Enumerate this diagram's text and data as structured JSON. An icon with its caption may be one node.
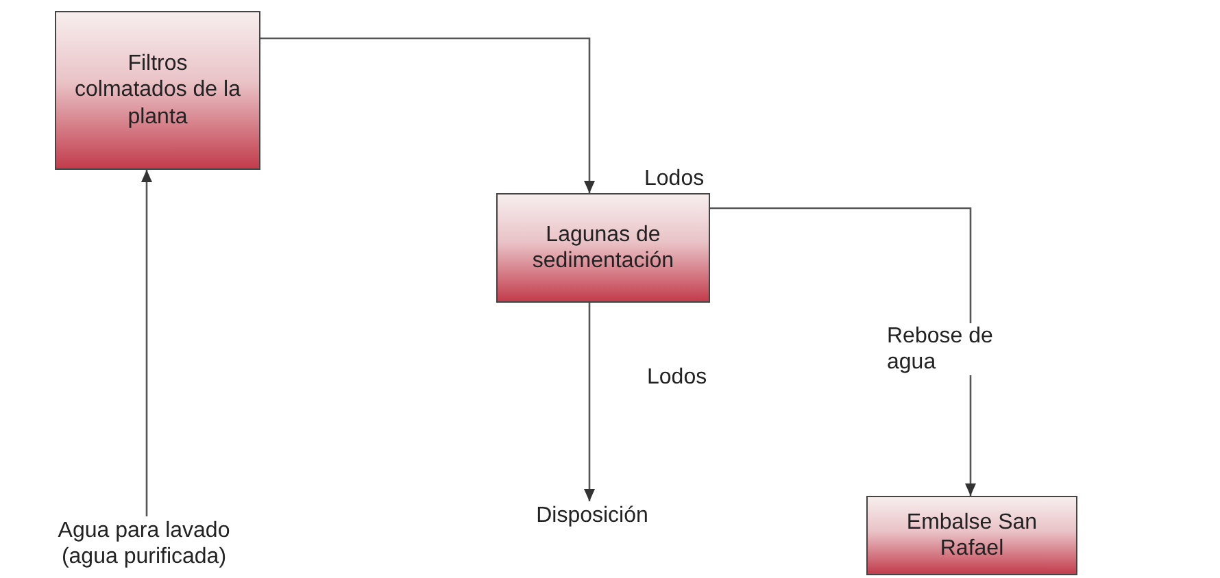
{
  "diagram": {
    "nodes": [
      {
        "text": [
          "Filtros colmatados de la planta"
        ]
      },
      {
        "text": [
          "Lagunas de sedimentación"
        ]
      },
      {
        "text": [
          "Embalse San Rafael"
        ]
      },
      {
        "text": [
          "Agua para lavado (agua purificada)"
        ]
      },
      {
        "text": [
          "Disposición"
        ]
      }
    ],
    "edges": [
      {
        "from": 3,
        "to": 0,
        "arrow": "to"
      },
      {
        "from": 0,
        "to": 1,
        "arrow": "to",
        "label": "Lodos"
      },
      {
        "from": 1,
        "to": 4,
        "arrow": "to",
        "label": "Lodos"
      },
      {
        "from": 1,
        "to": 2,
        "arrow": "to",
        "label": "Rebose de agua"
      }
    ]
  }
}
